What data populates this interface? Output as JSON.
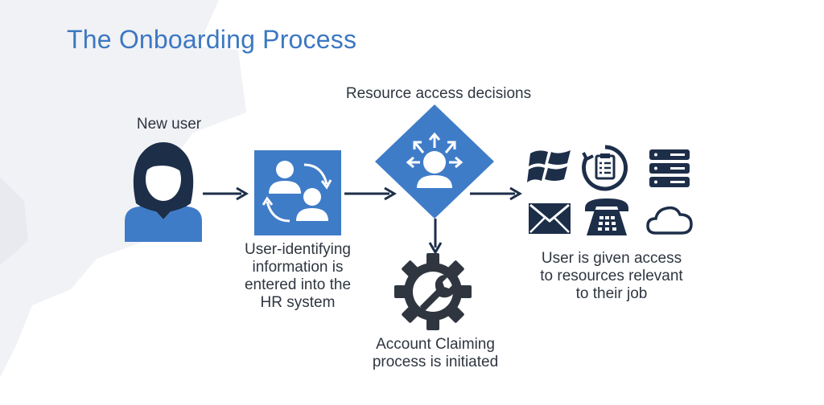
{
  "title": "The Onboarding Process",
  "labels": {
    "new_user": "New user",
    "resource_decisions": "Resource access decisions",
    "hr_step": "User-identifying\ninformation is\nentered into the\nHR system",
    "account_claiming": "Account Claiming\nprocess is initiated",
    "access_given": "User is given access\nto resources relevant\nto their job"
  },
  "resource_icons": [
    "windows-icon",
    "checklist-cycle-icon",
    "server-icon",
    "mail-icon",
    "telephone-icon",
    "cloud-icon"
  ],
  "colors": {
    "accent": "#3c78c2",
    "icon_blue": "#3f7cc8",
    "icon_dark": "#1d2e49",
    "gear_dark": "#2f3640",
    "text": "#2f3640"
  }
}
